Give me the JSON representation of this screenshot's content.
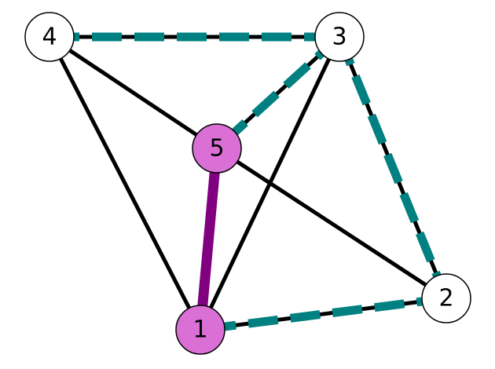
{
  "colors": {
    "background": "#ffffff",
    "edge": "#000000",
    "highlight_path": "#008080",
    "highlight_edge": "#800080",
    "highlight_node_fill": "#da70d6",
    "node_fill": "#ffffff",
    "node_stroke": "#000000"
  },
  "nodes": [
    {
      "id": "1",
      "label": "1",
      "highlighted": true
    },
    {
      "id": "2",
      "label": "2",
      "highlighted": false
    },
    {
      "id": "3",
      "label": "3",
      "highlighted": false
    },
    {
      "id": "4",
      "label": "4",
      "highlighted": false
    },
    {
      "id": "5",
      "label": "5",
      "highlighted": true
    }
  ],
  "edges": [
    {
      "from": "4",
      "to": "1",
      "style": "plain"
    },
    {
      "from": "4",
      "to": "5",
      "style": "plain"
    },
    {
      "from": "3",
      "to": "1",
      "style": "plain"
    },
    {
      "from": "5",
      "to": "2",
      "style": "plain"
    },
    {
      "from": "4",
      "to": "3",
      "style": "path"
    },
    {
      "from": "3",
      "to": "5",
      "style": "path"
    },
    {
      "from": "3",
      "to": "2",
      "style": "path"
    },
    {
      "from": "2",
      "to": "1",
      "style": "path"
    },
    {
      "from": "1",
      "to": "5",
      "style": "bold"
    }
  ]
}
